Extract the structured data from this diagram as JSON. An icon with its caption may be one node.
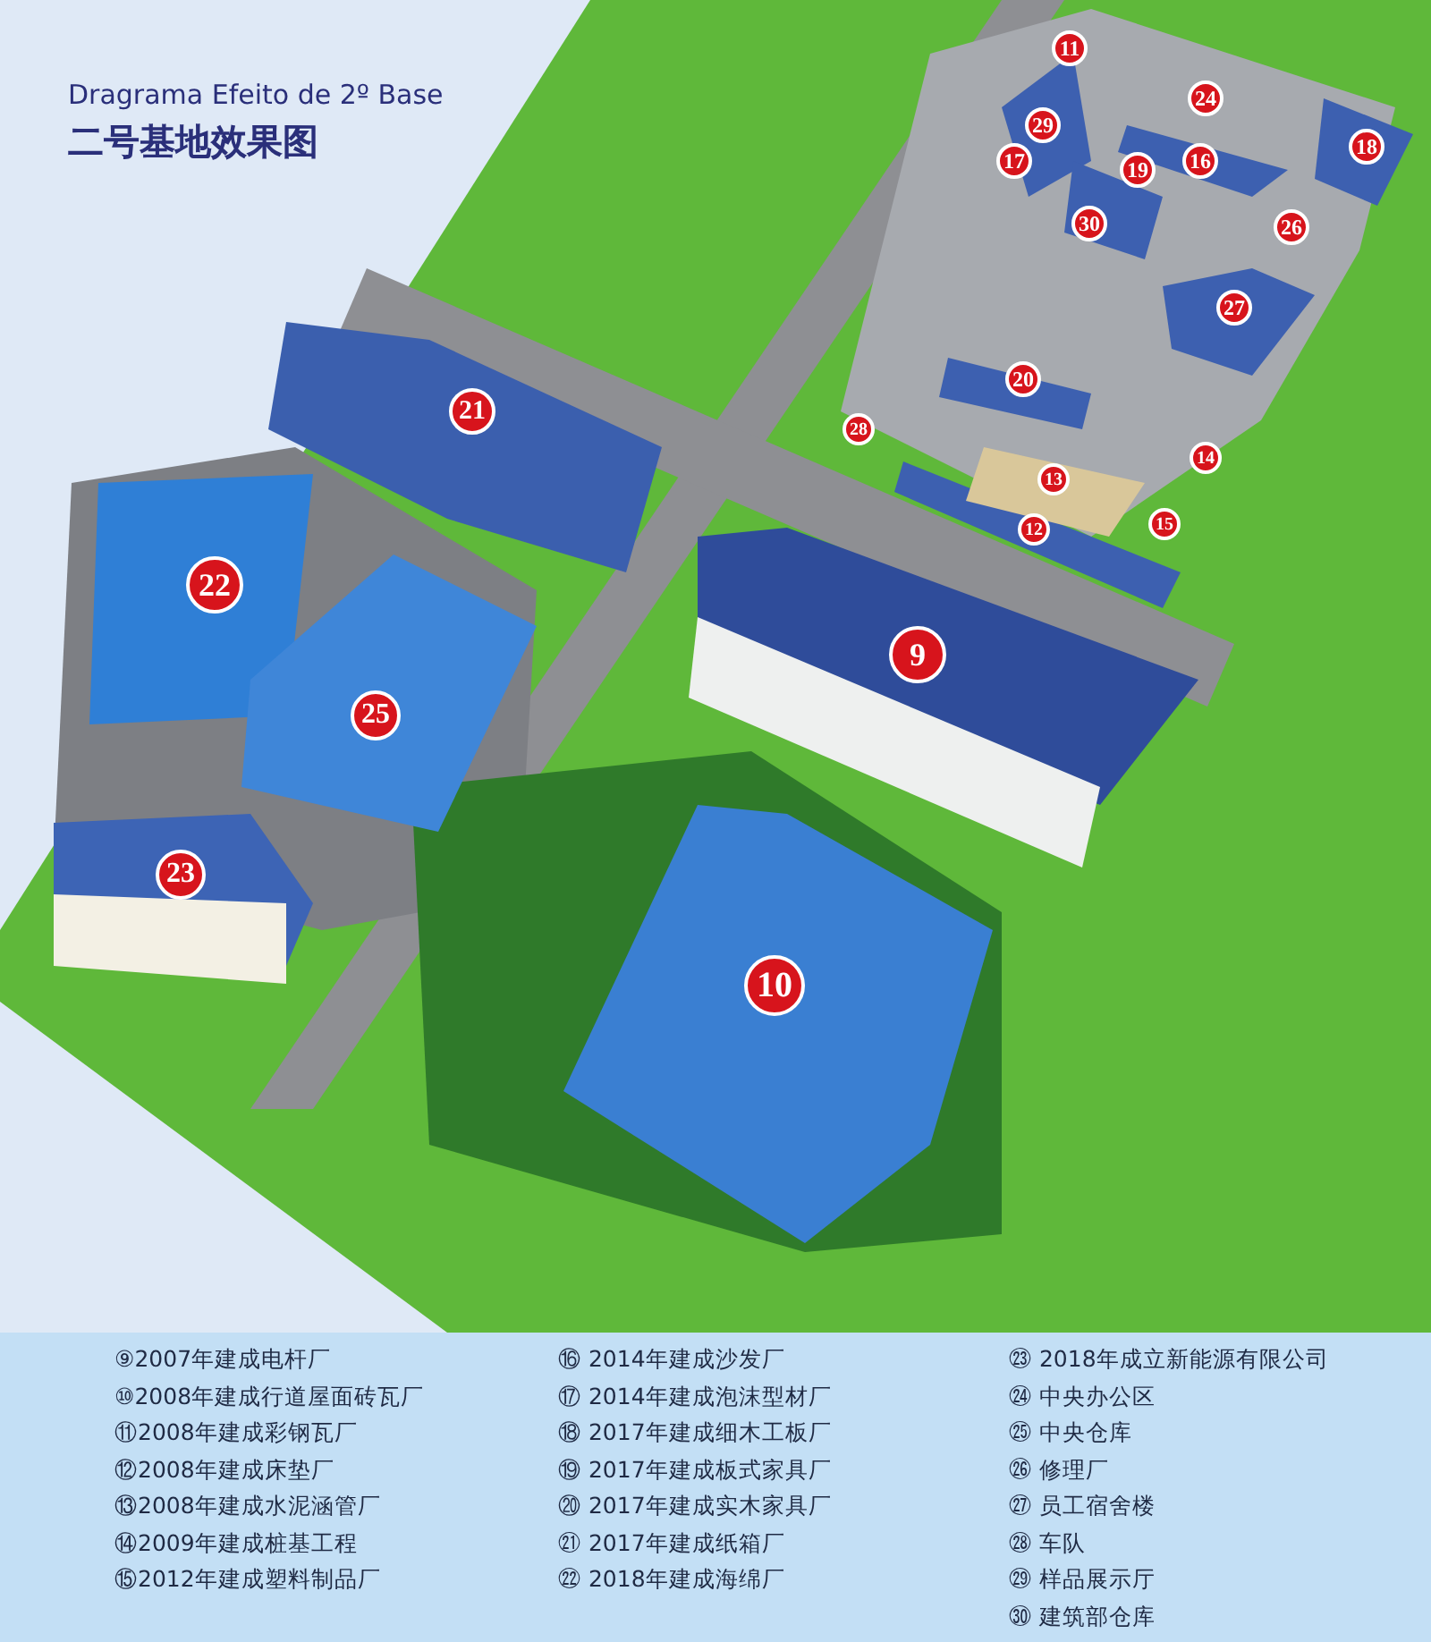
{
  "diagram": {
    "title": "Dragrama Efeito de 2º Base",
    "labels": [
      "二号基地效果图",
      "11",
      "24",
      "29",
      "18",
      "17",
      "16",
      "19",
      "30",
      "26",
      "27",
      "20",
      "21",
      "28",
      "14",
      "13",
      "15",
      "12",
      "22",
      "9",
      "25",
      "23",
      "10",
      "⑨2007年建成电杆厂",
      "⑩2008年建成行道屋面砖瓦厂",
      "⑪2008年建成彩钢瓦厂",
      "⑫2008年建成床垫厂",
      "⑬2008年建成水泥涵管厂",
      "⑭2009年建成桩基工程",
      "⑮2012年建成塑料制品厂",
      "⑯ 2014年建成沙发厂",
      "⑰ 2014年建成泡沫型材厂",
      "⑱ 2017年建成细木工板厂",
      "⑲ 2017年建成板式家具厂",
      "⑳ 2017年建成实木家具厂",
      "㉑ 2017年建成纸箱厂",
      "㉒ 2018年建成海绵厂",
      "㉓ 2018年成立新能源有限公司",
      "㉔ 中央办公区",
      "㉕ 中央仓库",
      "㉖ 修理厂",
      "㉗ 员工宿舍楼",
      "㉘ 车队",
      "㉙ 样品展示厅",
      "㉚ 建筑部仓库"
    ]
  }
}
